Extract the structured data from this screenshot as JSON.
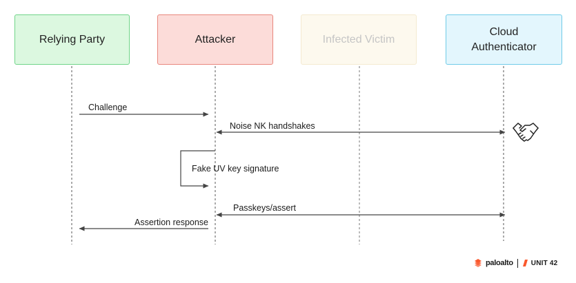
{
  "actors": {
    "relying_party": "Relying Party",
    "attacker": "Attacker",
    "infected_victim": "Infected Victim",
    "cloud_authenticator_line1": "Cloud",
    "cloud_authenticator_line2": "Authenticator"
  },
  "messages": {
    "challenge": "Challenge",
    "noise_handshakes": "Noise NK handshakes",
    "fake_uv_signature": "Fake UV key signature",
    "passkeys_assert": "Passkeys/assert",
    "assertion_response": "Assertion response"
  },
  "icons": {
    "handshake": "handshake-icon",
    "paloalto_mark": "paloalto-logo-icon",
    "unit42_mark": "unit42-logo-icon"
  },
  "branding": {
    "paloalto": "paloalto",
    "unit42": "UNIT 42"
  },
  "colors": {
    "relying_party_fill": "#dcf8e0",
    "relying_party_border": "#6fd488",
    "attacker_fill": "#fcdcd9",
    "attacker_border": "#e8867c",
    "victim_fill": "#fdf9ee",
    "victim_border": "#f4ead0",
    "cloud_fill": "#e3f6fd",
    "cloud_border": "#6fcbe8",
    "brand_orange": "#fa582d"
  }
}
